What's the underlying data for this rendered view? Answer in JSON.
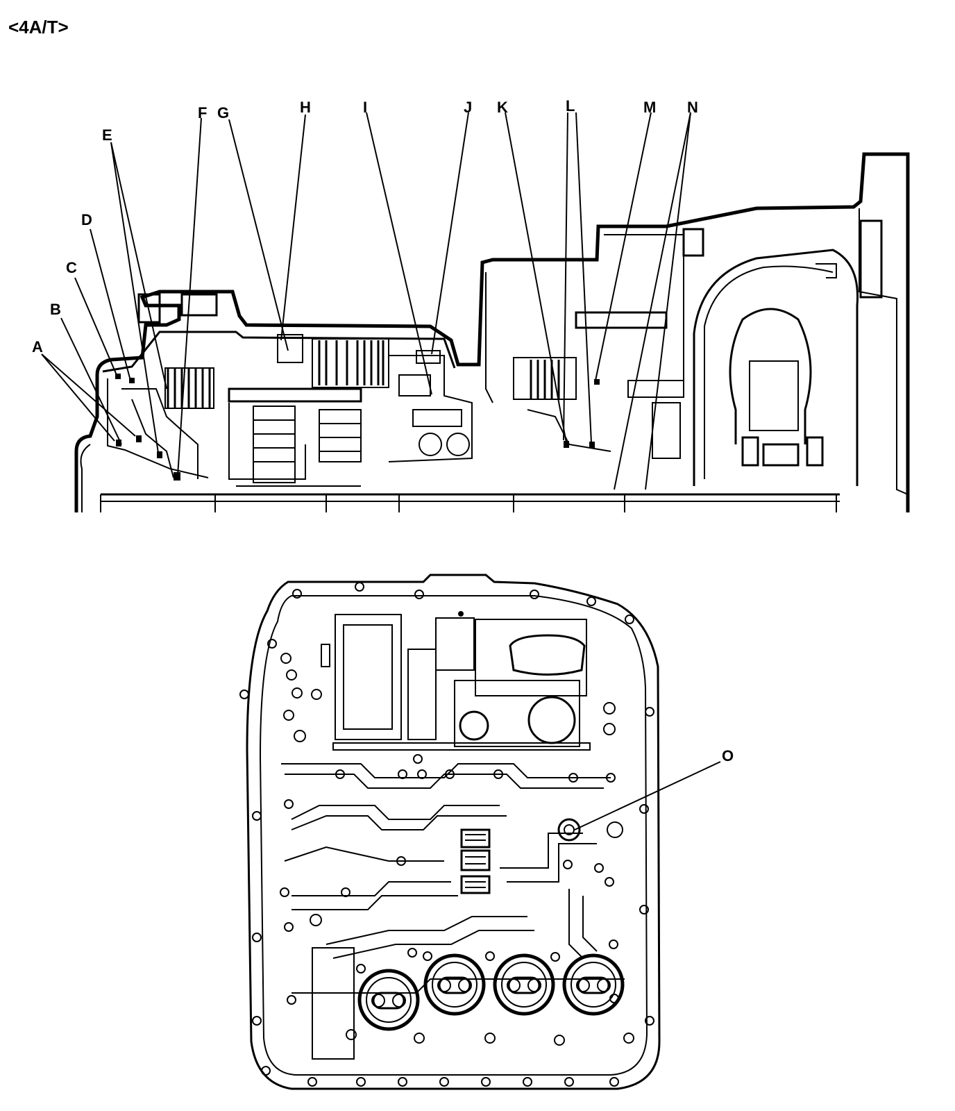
{
  "page": {
    "title": "<4A/T>"
  },
  "callouts": {
    "A": "A",
    "B": "B",
    "C": "C",
    "D": "D",
    "E": "E",
    "F": "F",
    "G": "G",
    "H": "H",
    "I": "I",
    "J": "J",
    "K": "K",
    "L": "L",
    "M": "M",
    "N": "N",
    "O": "O"
  },
  "figures": {
    "top": "transmission-cross-section",
    "bottom": "valve-body-plate"
  }
}
